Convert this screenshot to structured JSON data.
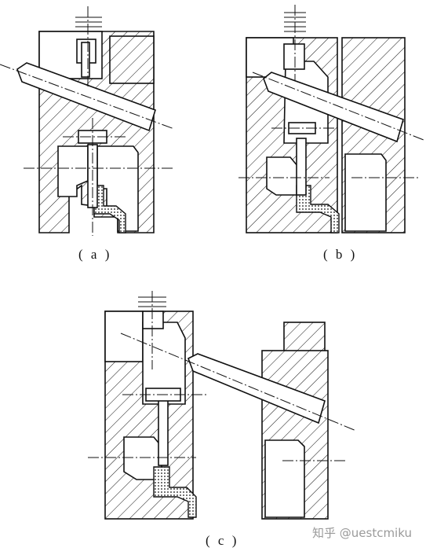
{
  "labels": {
    "a": "( a )",
    "b": "( b )",
    "c": "( c )"
  },
  "watermark": "知乎 @uestcmiku",
  "colors": {
    "line": "#111111",
    "background": "#ffffff",
    "watermark": "#9a9a9a"
  }
}
